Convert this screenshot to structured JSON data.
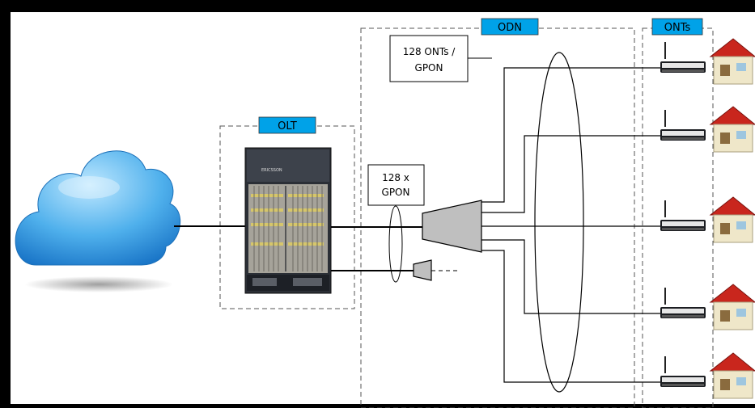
{
  "labels": {
    "olt": "OLT",
    "odn": "ODN",
    "onts": "ONTs",
    "splitter_capacity": [
      "128 ONTs /",
      "GPON"
    ],
    "port_count": [
      "128 x",
      "GPON"
    ]
  },
  "olt_brand": "ERICSSON",
  "colors": {
    "frame": "#000000",
    "canvas": "#ffffff",
    "tag_fill": "#00a2e8",
    "line": "#000000",
    "splitter_fill": "#bfbfbf",
    "cloud_light": "#8fd0f7",
    "cloud_dark": "#1f86d6",
    "roof": "#c9261d",
    "wall": "#efe7c9"
  },
  "icons": [
    "cloud-icon",
    "olt-chassis-icon",
    "splitter-icon",
    "router-icon",
    "house-icon"
  ],
  "ont_count": 5
}
